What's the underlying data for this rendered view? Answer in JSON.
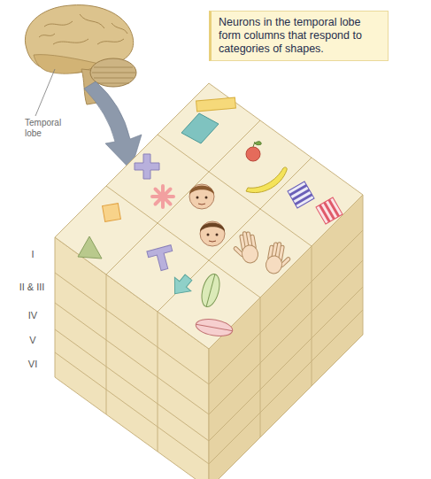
{
  "diagram": {
    "nodes": [
      {
        "text": [
          "Neurons in the temporal lobe form columns that respond to categories of shapes."
        ]
      }
    ],
    "labels": [
      "Temporal lobe",
      "I",
      "II & III",
      "IV",
      "V",
      "VI"
    ]
  }
}
